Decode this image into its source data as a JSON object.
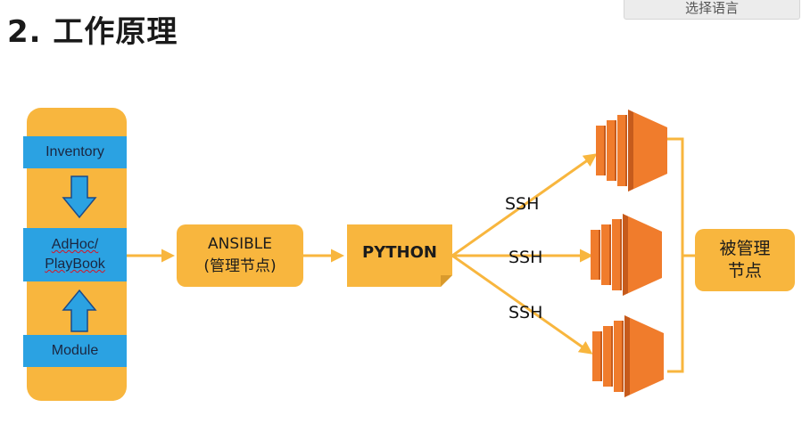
{
  "heading": "2. 工作原理",
  "language_button": "选择语言",
  "stack": {
    "inventory": "Inventory",
    "adhoc_line1": "AdHoc/",
    "adhoc_line2": "PlayBook",
    "module": "Module"
  },
  "ansible": {
    "line1": "ANSIBLE",
    "line2": "(管理节点)"
  },
  "python": "PYTHON",
  "ssh_labels": [
    "SSH",
    "SSH",
    "SSH"
  ],
  "managed_nodes": {
    "line1": "被管理",
    "line2": "节点"
  },
  "colors": {
    "orange_box": "#f8b63e",
    "blue_box": "#2ba2e2",
    "server_orange": "#f07c2c",
    "server_dark": "#c65b1c"
  },
  "icons": [
    "arrow-down-icon",
    "arrow-up-icon",
    "server-icon"
  ]
}
